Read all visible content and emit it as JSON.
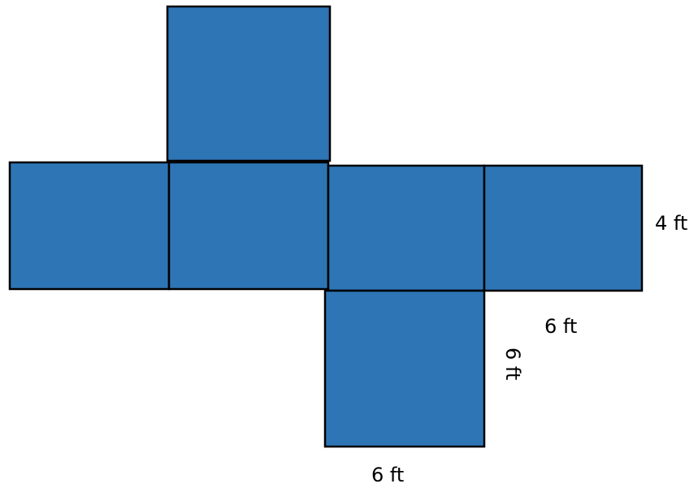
{
  "colors": {
    "face_fill": "#2E75B6",
    "outline": "#000000",
    "text": "#000000"
  },
  "labels": {
    "height_right": "4 ft",
    "width_middle": "6 ft",
    "depth_vertical": "6 ft",
    "width_bottom": "6 ft"
  }
}
